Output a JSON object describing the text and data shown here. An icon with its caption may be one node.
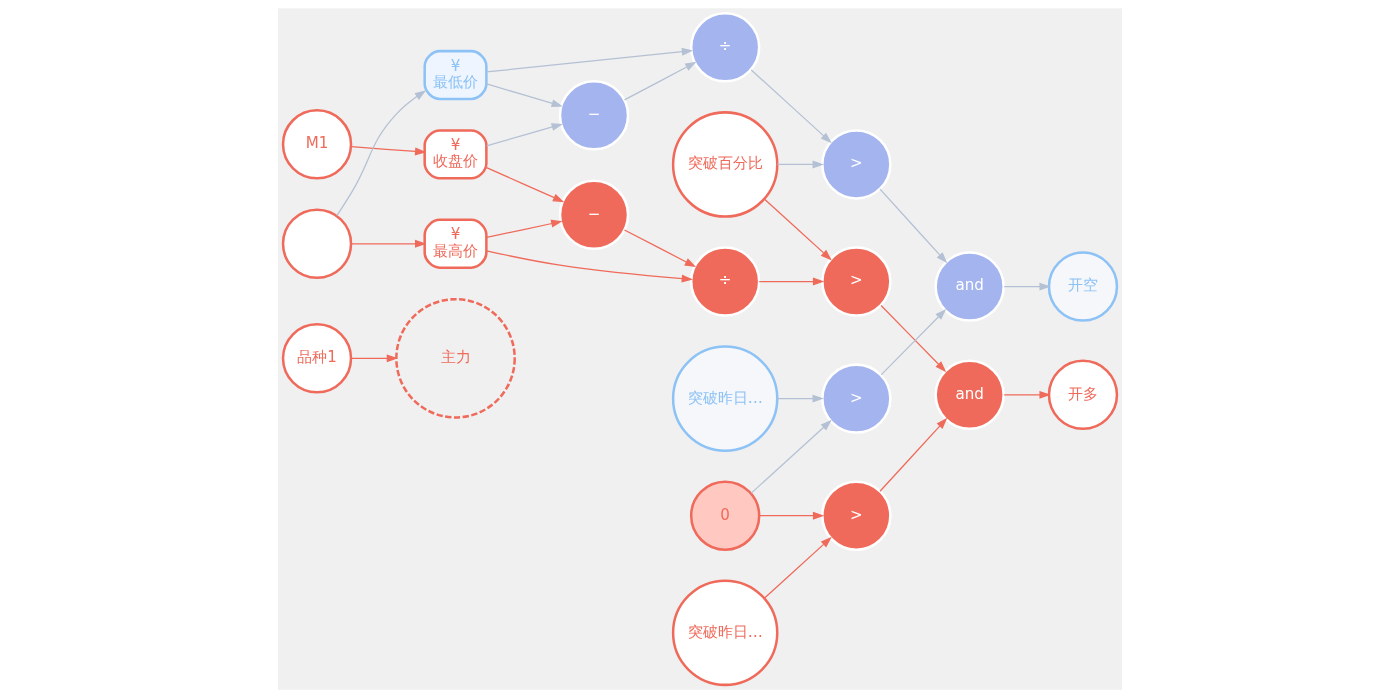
{
  "diagram": {
    "nodes": [
      {
        "text": [
          "品种1"
        ]
      },
      {
        "text": [
          "主力"
        ]
      },
      {
        "text": [
          "M1"
        ]
      },
      {
        "text": [],
        "shape": "circle"
      },
      {
        "text": [
          "¥",
          "收盘价"
        ]
      },
      {
        "text": [
          "¥",
          "最低价"
        ]
      },
      {
        "text": [
          "¥",
          "最高价"
        ]
      },
      {
        "text": [
          "−"
        ]
      },
      {
        "text": [
          "÷"
        ]
      },
      {
        "text": [
          ">"
        ]
      },
      {
        "text": [
          "−"
        ]
      },
      {
        "text": [
          "÷"
        ]
      },
      {
        "text": [
          ">"
        ]
      },
      {
        "text": [
          "突破百分比"
        ]
      },
      {
        "text": [
          "and"
        ]
      },
      {
        "text": [
          "开多"
        ]
      },
      {
        "text": [
          "突破昨日…"
        ]
      },
      {
        "text": [
          ">"
        ]
      },
      {
        "text": [
          "0"
        ]
      },
      {
        "text": [
          "突破昨日…"
        ]
      },
      {
        "text": [
          ">"
        ]
      },
      {
        "text": [
          "and"
        ]
      },
      {
        "text": [
          "开空"
        ]
      }
    ],
    "edges": [
      {
        "from": 0,
        "to": 1,
        "arrow": "to"
      },
      {
        "from": 2,
        "to": 4,
        "arrow": "to"
      },
      {
        "from": 3,
        "to": 5,
        "arrow": "to",
        "color": "#b4c0d4"
      },
      {
        "from": 3,
        "to": 6,
        "arrow": "to"
      },
      {
        "from": 4,
        "to": 7,
        "arrow": "to",
        "color": "#b4c0d4"
      },
      {
        "from": 4,
        "to": 10,
        "arrow": "to"
      },
      {
        "from": 5,
        "to": 7,
        "arrow": "to",
        "color": "#b4c0d4"
      },
      {
        "from": 5,
        "to": 8,
        "arrow": "to",
        "color": "#b4c0d4"
      },
      {
        "from": 6,
        "to": 10,
        "arrow": "to"
      },
      {
        "from": 6,
        "to": 11,
        "arrow": "to"
      },
      {
        "from": 7,
        "to": 8,
        "arrow": "to",
        "color": "#b4c0d4"
      },
      {
        "from": 10,
        "to": 11,
        "arrow": "to"
      },
      {
        "from": 8,
        "to": 9,
        "arrow": "to",
        "color": "#b4c0d4"
      },
      {
        "from": 11,
        "to": 12,
        "arrow": "to"
      },
      {
        "from": 13,
        "to": 12,
        "arrow": "to"
      },
      {
        "from": 13,
        "to": 9,
        "arrow": "to",
        "color": "#b4c0d4"
      },
      {
        "from": 12,
        "to": 14,
        "arrow": "to"
      },
      {
        "from": 16,
        "to": 17,
        "arrow": "to"
      },
      {
        "from": 18,
        "to": 17,
        "arrow": "to"
      },
      {
        "from": 17,
        "to": 14,
        "arrow": "to"
      },
      {
        "from": 14,
        "to": 15,
        "arrow": "to"
      },
      {
        "from": 18,
        "to": 20,
        "arrow": "to",
        "color": "#b4c0d4"
      },
      {
        "from": 19,
        "to": 20,
        "arrow": "to",
        "color": "#b4c0d4"
      },
      {
        "from": 9,
        "to": 21,
        "arrow": "to",
        "color": "#b4c0d4"
      },
      {
        "from": 20,
        "to": 21,
        "arrow": "to",
        "color": "#b4c0d4"
      },
      {
        "from": 21,
        "to": 22,
        "arrow": "to",
        "color": "#b4c0d4"
      }
    ]
  }
}
